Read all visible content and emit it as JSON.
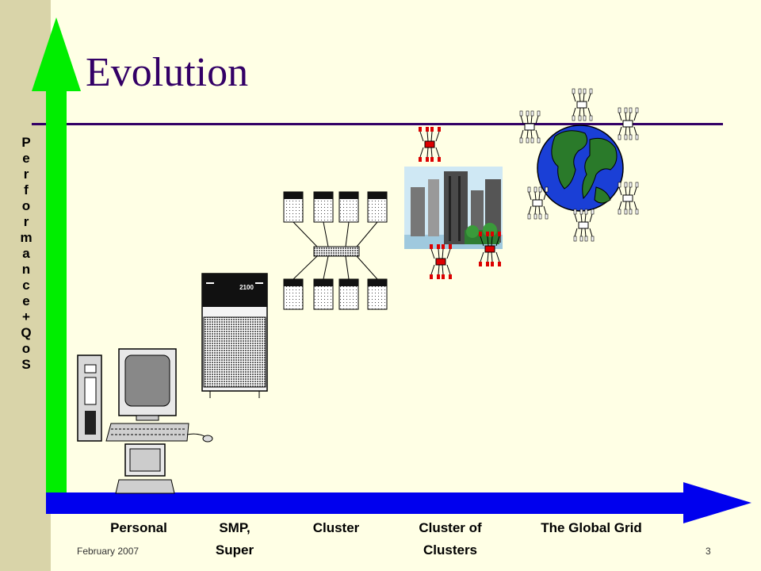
{
  "slide": {
    "title": "Evolution",
    "y_axis_label": "Performance + QoS",
    "categories": [
      {
        "line1": "Personal",
        "line2": ""
      },
      {
        "line1": "SMP,",
        "line2": "Super"
      },
      {
        "line1": "Cluster",
        "line2": ""
      },
      {
        "line1": "Cluster of",
        "line2": "Clusters"
      },
      {
        "line1": "The Global Grid",
        "line2": ""
      }
    ],
    "smp_label": "2100",
    "footer_date": "February 2007",
    "page_number": "3"
  },
  "colors": {
    "background": "#ffffe5",
    "left_band": "#d9d4a9",
    "title": "#330066",
    "y_arrow": "#00ee00",
    "x_arrow": "#0000ee",
    "globe_ocean": "#1a3fd6",
    "globe_land": "#2a7a2a",
    "node_red": "#dd0000"
  }
}
